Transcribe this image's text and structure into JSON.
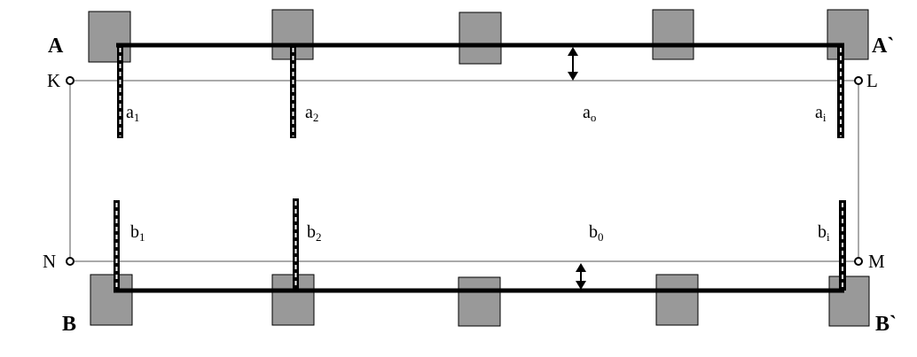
{
  "labels": {
    "A": "A",
    "A_prime": "A`",
    "B": "B",
    "B_prime": "B`",
    "K": "K",
    "L": "L",
    "N": "N",
    "M": "M"
  },
  "top_markers": [
    {
      "base": "a",
      "sub": "1"
    },
    {
      "base": "a",
      "sub": "2"
    },
    {
      "base": "a",
      "sub": "o"
    },
    {
      "base": "a",
      "sub": "i"
    }
  ],
  "bottom_markers": [
    {
      "base": "b",
      "sub": "1"
    },
    {
      "base": "b",
      "sub": "2"
    },
    {
      "base": "b",
      "sub": "0"
    },
    {
      "base": "b",
      "sub": "i"
    }
  ],
  "colors": {
    "block_fill": "#999999",
    "line": "#000000",
    "thin_line": "#555555"
  }
}
